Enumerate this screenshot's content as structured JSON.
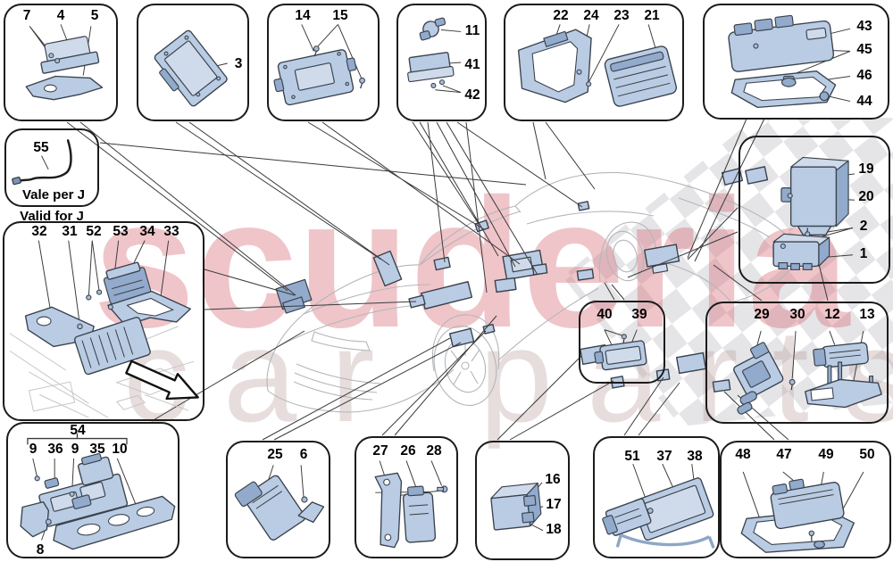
{
  "watermark": {
    "line1": "scuderia",
    "line2": "car parts"
  },
  "note": {
    "callout": "55",
    "text_it": "Vale per J",
    "text_en": "Valid for J"
  },
  "colors": {
    "part_fill": "#b9cce4",
    "part_shade": "#92aacb",
    "outline": "#1b1b1b",
    "leader": "#3a3a3a",
    "car_line": "#b3b6ba",
    "checker": "#e5e5e8",
    "watermark_red": "#d56772",
    "watermark_gray": "#b79898"
  },
  "panels": {
    "a": {
      "callouts": [
        "7",
        "4",
        "5"
      ]
    },
    "b": {
      "callouts": [
        "3"
      ]
    },
    "c": {
      "callouts": [
        "14",
        "15"
      ]
    },
    "d": {
      "callouts": [
        "11",
        "41",
        "42"
      ]
    },
    "e": {
      "callouts": [
        "22",
        "24",
        "23",
        "21"
      ]
    },
    "f": {
      "callouts": [
        "43",
        "45",
        "46",
        "44"
      ]
    },
    "g": {
      "callouts": [
        "32",
        "31",
        "52",
        "53",
        "34",
        "33"
      ]
    },
    "h": {
      "group_label": "54",
      "callouts": [
        "9",
        "36",
        "9",
        "35",
        "10"
      ],
      "bottom_callout": "8"
    },
    "i": {
      "callouts": [
        "25",
        "6"
      ]
    },
    "j": {
      "callouts": [
        "27",
        "26",
        "28"
      ]
    },
    "k": {
      "callouts": [
        "16",
        "17",
        "18"
      ]
    },
    "l": {
      "callouts": [
        "51",
        "37",
        "38"
      ]
    },
    "m": {
      "callouts": [
        "48",
        "47",
        "49",
        "50"
      ]
    },
    "n": {
      "callouts": [
        "19",
        "20",
        "2",
        "1"
      ]
    },
    "o": {
      "callouts": [
        "40",
        "39"
      ]
    },
    "p": {
      "callouts": [
        "29",
        "30",
        "12",
        "13"
      ]
    }
  }
}
